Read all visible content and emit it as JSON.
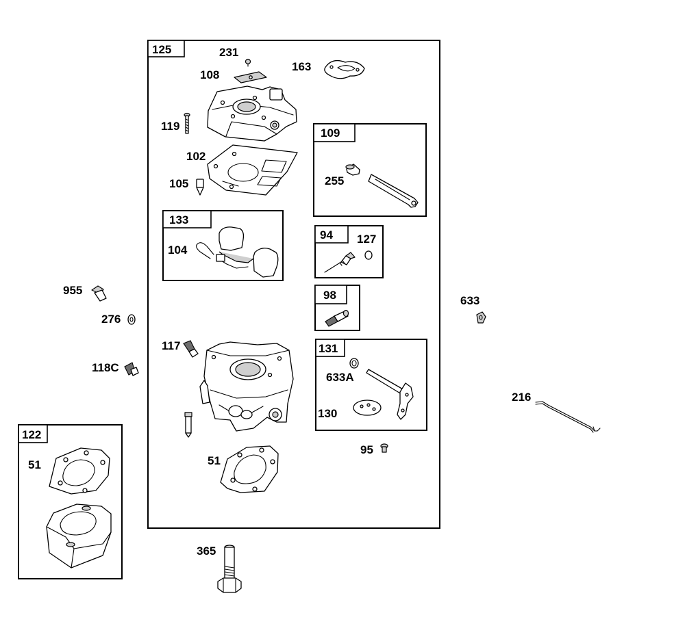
{
  "diagram": {
    "frames": {
      "f125": "125",
      "f109": "109",
      "f133": "133",
      "f94": "94",
      "f98": "98",
      "f131": "131",
      "f122": "122"
    },
    "callouts": {
      "c231": "231",
      "c108": "108",
      "c163": "163",
      "c119": "119",
      "c102": "102",
      "c105": "105",
      "c255": "255",
      "c104": "104",
      "c127": "127",
      "c955": "955",
      "c276": "276",
      "c633": "633",
      "c117": "117",
      "c118c": "118C",
      "c633a": "633A",
      "c130": "130",
      "c216": "216",
      "c51a": "51",
      "c51b": "51",
      "c95": "95",
      "c365": "365"
    }
  }
}
